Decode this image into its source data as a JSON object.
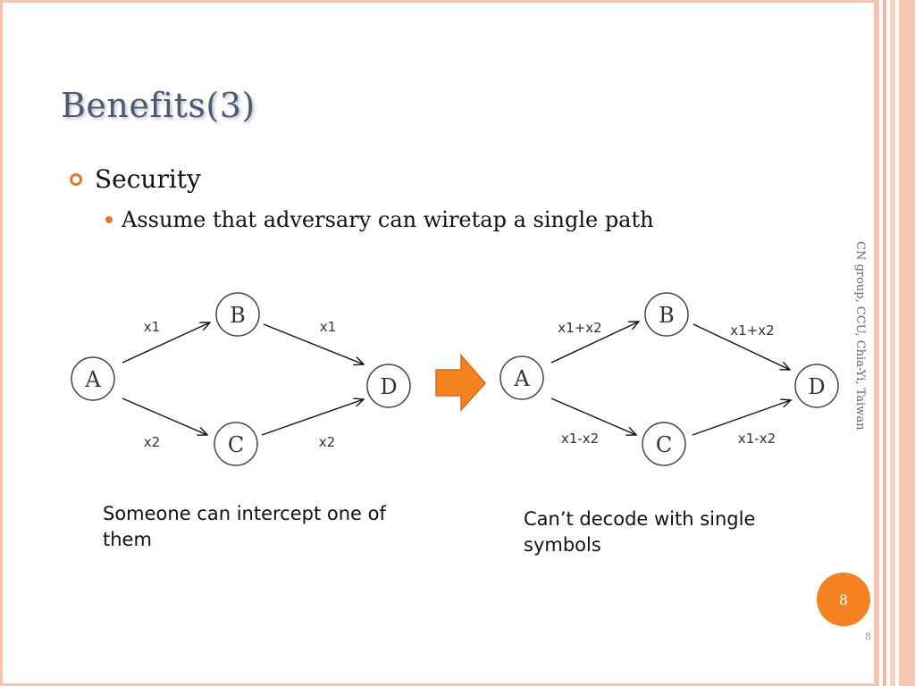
{
  "slide": {
    "title": "Benefits(3)",
    "bullet_level1": "Security",
    "bullet_level2": "Assume that adversary can wiretap a single path",
    "sidebar_text": "CN group, CCU, Chia-Yi, Taiwan",
    "page_badge": "8",
    "page_number_small": "8"
  },
  "diagram_left": {
    "nodes": {
      "a": "A",
      "b": "B",
      "c": "C",
      "d": "D"
    },
    "edges": {
      "ab": "x1",
      "bd": "x1",
      "ac": "x2",
      "cd": "x2"
    },
    "caption": "Someone can intercept one of them"
  },
  "diagram_right": {
    "nodes": {
      "a": "A",
      "b": "B",
      "c": "C",
      "d": "D"
    },
    "edges": {
      "ab": "x1+x2",
      "bd": "x1+x2",
      "ac": "x1-x2",
      "cd": "x1-x2"
    },
    "caption": "Can’t decode with single symbols"
  },
  "colors": {
    "accent": "#f58220",
    "arrow_fill": "#f58220",
    "title": "#4a5a73",
    "stripe": "#f6c3ad"
  }
}
